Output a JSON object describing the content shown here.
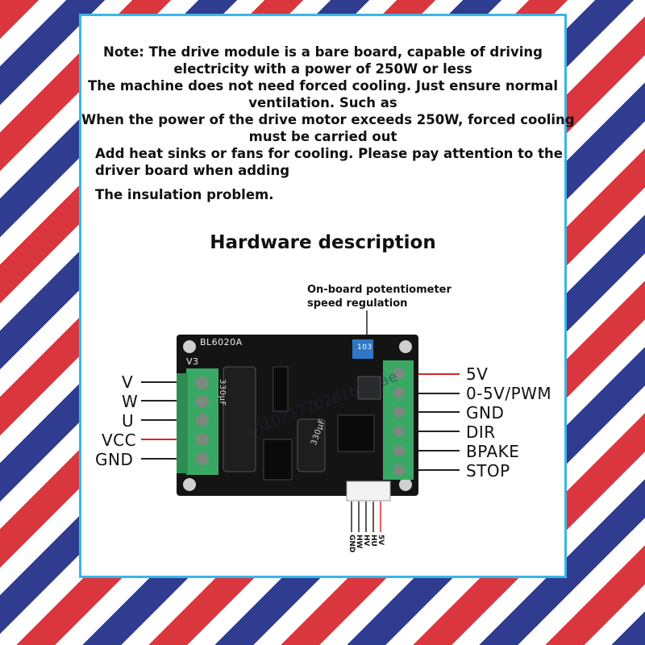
{
  "note_lines": [
    "Note: The drive module is a bare board, capable of driving",
    "electricity with a power of 250W or less",
    "The machine does not need forced cooling. Just ensure normal",
    "ventilation. Such as",
    "When the power of the drive motor exceeds 250W, forced cooling",
    "must be carried out",
    "Add heat sinks or fans for cooling. Please pay attention to the",
    "driver board when adding",
    "The insulation problem."
  ],
  "hardware_title": "Hardware description",
  "potentiometer_label": [
    "On-board potentiometer",
    "speed regulation"
  ],
  "board": {
    "model": "BL6020A",
    "version": "V3",
    "capacitor_text": "330µF",
    "potentiometer_marking": "103"
  },
  "left_terminals": [
    "V",
    "W",
    "U",
    "VCC",
    "GND"
  ],
  "right_terminals": [
    "5V",
    "0-5V/PWM",
    "GND",
    "DIR",
    "BPAKE",
    "STOP"
  ],
  "bottom_pins": [
    "GND",
    "HW",
    "HV",
    "HU",
    "5V"
  ],
  "watermark": "cn1071770261bhmae",
  "colors": {
    "frame": "#3ab6e6",
    "stripe_red": "#d9363e",
    "stripe_blue": "#2f3c8f",
    "power_wire": "#d22828",
    "signal_wire": "#222222",
    "terminal_green": "#3aa865",
    "pcb": "#111111"
  }
}
